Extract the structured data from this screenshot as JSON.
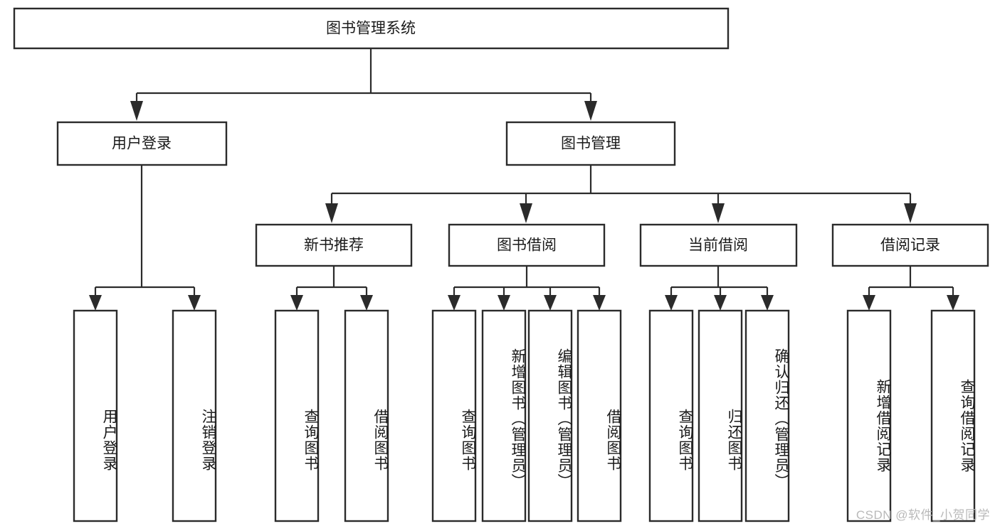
{
  "diagram": {
    "title_node": {
      "id": "root",
      "label": "图书管理系统"
    },
    "level2": [
      {
        "id": "user-login",
        "label": "用户登录"
      },
      {
        "id": "book-manage",
        "label": "图书管理"
      }
    ],
    "level3": [
      {
        "id": "new-book-recommend",
        "label": "新书推荐"
      },
      {
        "id": "book-borrow",
        "label": "图书借阅"
      },
      {
        "id": "current-borrow",
        "label": "当前借阅"
      },
      {
        "id": "borrow-record",
        "label": "借阅记录"
      }
    ],
    "leaves": [
      {
        "id": "leaf-user-login",
        "label": "用户登录",
        "parent": "user-login"
      },
      {
        "id": "leaf-user-logout",
        "label": "注销登录",
        "parent": "user-login"
      },
      {
        "id": "leaf-query-book-1",
        "label": "查询图书",
        "parent": "new-book-recommend"
      },
      {
        "id": "leaf-borrow-book-1",
        "label": "借阅图书",
        "parent": "new-book-recommend"
      },
      {
        "id": "leaf-query-book-2",
        "label": "查询图书",
        "parent": "book-borrow"
      },
      {
        "id": "leaf-add-book",
        "label": "新增图书（管理员）",
        "parent": "book-borrow"
      },
      {
        "id": "leaf-edit-book",
        "label": "编辑图书（管理员）",
        "parent": "book-borrow"
      },
      {
        "id": "leaf-borrow-book-2",
        "label": "借阅图书",
        "parent": "book-borrow"
      },
      {
        "id": "leaf-query-book-3",
        "label": "查询图书",
        "parent": "current-borrow"
      },
      {
        "id": "leaf-return-book",
        "label": "归还图书",
        "parent": "current-borrow"
      },
      {
        "id": "leaf-confirm-return",
        "label": "确认归还（管理员）",
        "parent": "current-borrow"
      },
      {
        "id": "leaf-add-record",
        "label": "新增借阅记录",
        "parent": "borrow-record"
      },
      {
        "id": "leaf-query-record",
        "label": "查询借阅记录",
        "parent": "borrow-record"
      }
    ],
    "watermark": "CSDN @软件_小贺同学",
    "colors": {
      "node_stroke": "#2b2b2b",
      "node_fill": "#ffffff",
      "connector": "#2b2b2b",
      "label_text": "#1a1a1a",
      "watermark_text": "#b9b9b9",
      "background": "#ffffff"
    }
  }
}
